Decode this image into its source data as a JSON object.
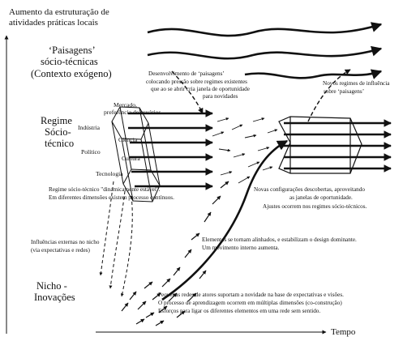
{
  "y_axis": {
    "label_line1": "Aumento da estruturação de",
    "label_line2": "atividades práticas locais"
  },
  "x_axis": {
    "label": "Tempo"
  },
  "levels": {
    "landscape": [
      "‘Paisagens’",
      "sócio-técnicas",
      "(Contexto exógeno)"
    ],
    "regime": [
      "Regime",
      "Sócio-",
      "técnico"
    ],
    "niche": [
      "Nicho -",
      "Inovações"
    ]
  },
  "regime_dimensions": {
    "market": [
      "Mercado,",
      "preferência de usuários"
    ],
    "industry": "Indústria",
    "science": "Ciência",
    "policy": "Político",
    "culture": "Cultura",
    "technology": "Tecnologia"
  },
  "annotations": {
    "landscape_pressure": [
      "Desenvolvimento de ‘paisagens’",
      "colocando pressão sobre regimes existentes",
      "que ao se abrir cria janela de oportunidade",
      "para novidades"
    ],
    "new_regime": [
      "Novos regimes de influência",
      "sobre ‘paisagens’"
    ],
    "dynamic_stability": [
      "Regime sócio-técnico \"dinamicamente estável\".",
      "Em diferentes dimensões existem processo contínuos."
    ],
    "new_configurations": [
      "Novas configurações descobertas, aproveitando",
      "as janelas de oportunidade.",
      "Ajustes ocorrem nos regimes sócio-técnicos."
    ],
    "external_influences": [
      "Influências externas no nicho",
      "(via expectativas e redes)"
    ],
    "alignment": [
      "Elementos se tornam alinhados, e estabilizam o design dominante.",
      "Um movimento interno aumenta."
    ],
    "niche_process": [
      "Pequenas redes de atores suportam a novidade na base de expectativas e visões.",
      "O processo de aprendizagem ocorrem em múltiplas dimensões (co-construção)",
      "Esforços para ligar os diferentes elementos em uma rede sem sentido."
    ]
  }
}
